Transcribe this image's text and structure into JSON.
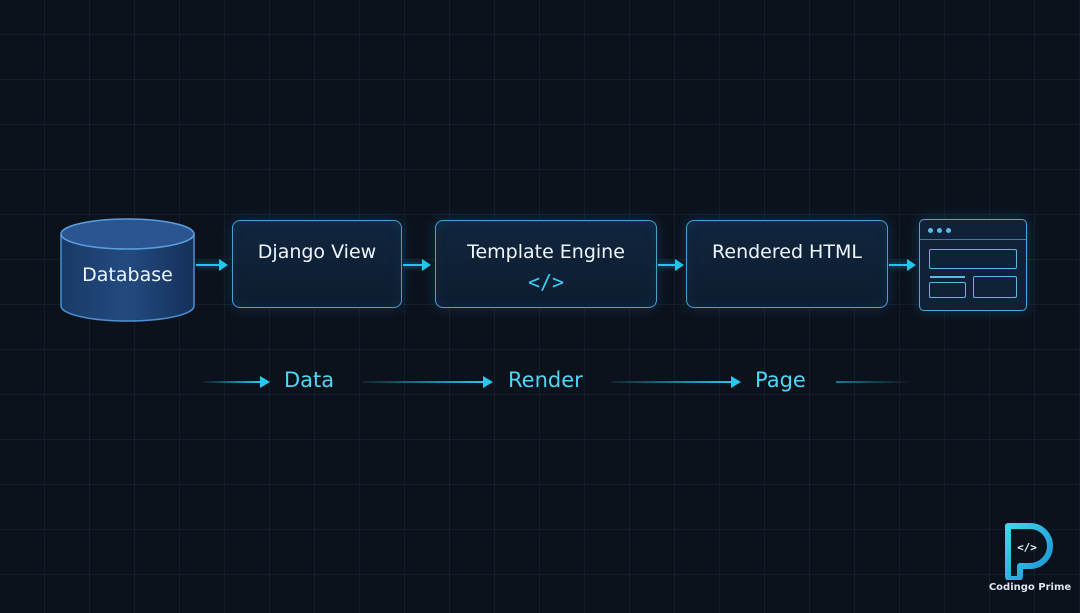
{
  "nodes": {
    "database": {
      "label": "Database"
    },
    "django_view": {
      "label": "Django View"
    },
    "template_engine": {
      "label": "Template Engine",
      "glyph": "</>"
    },
    "rendered_html": {
      "label": "Rendered HTML"
    },
    "browser_page": {
      "icon": "browser-page-icon"
    }
  },
  "flow": {
    "data_label": "Data",
    "render_label": "Render",
    "page_label": "Page"
  },
  "logo": {
    "glyph": "</>",
    "name": "Codingo Prime"
  },
  "colors": {
    "background": "#0b121c",
    "accent": "#23c7ee",
    "box_border": "#4a9fd0",
    "box_fill": "#10253d",
    "text": "#eef6fd"
  }
}
